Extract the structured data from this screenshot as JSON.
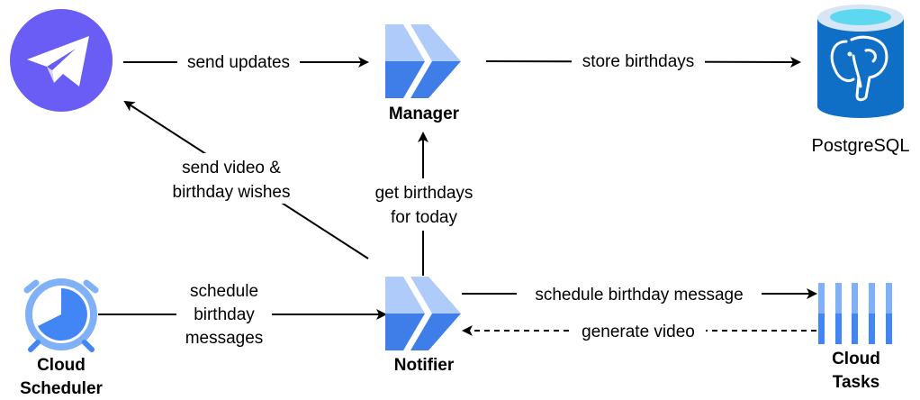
{
  "nodes": {
    "telegram": {
      "icon": "telegram-icon"
    },
    "manager": {
      "label": "Manager",
      "icon": "cloud-run-icon"
    },
    "postgres": {
      "label": "PostgreSQL",
      "icon": "postgresql-database-icon"
    },
    "scheduler": {
      "label_line1": "Cloud",
      "label_line2": "Scheduler",
      "icon": "cloud-scheduler-icon"
    },
    "notifier": {
      "label": "Notifier",
      "icon": "cloud-run-icon"
    },
    "tasks": {
      "label_line1": "Cloud",
      "label_line2": "Tasks",
      "icon": "cloud-tasks-icon"
    }
  },
  "edges": {
    "send_updates": {
      "label": "send updates"
    },
    "store_birthdays": {
      "label": "store birthdays"
    },
    "send_video": {
      "label_line1": "send video &",
      "label_line2": "birthday wishes"
    },
    "get_birthdays": {
      "label_line1": "get birthdays",
      "label_line2": "for today"
    },
    "schedule_messages": {
      "label_line1": "schedule",
      "label_line2": "birthday",
      "label_line3": "messages"
    },
    "schedule_birthday_message": {
      "label": "schedule birthday message"
    },
    "generate_video": {
      "label": "generate video"
    }
  },
  "colors": {
    "telegram_bg": "#6a5df5",
    "cloud_run_dark": "#3f7ee8",
    "cloud_run_light": "#aecbfa",
    "postgres_blue": "#0f6fc6",
    "postgres_top": "#5ed7f0",
    "scheduler_blue": "#4285f4",
    "tasks_blue": "#4285f4",
    "tasks_light": "#7fb0f8"
  }
}
